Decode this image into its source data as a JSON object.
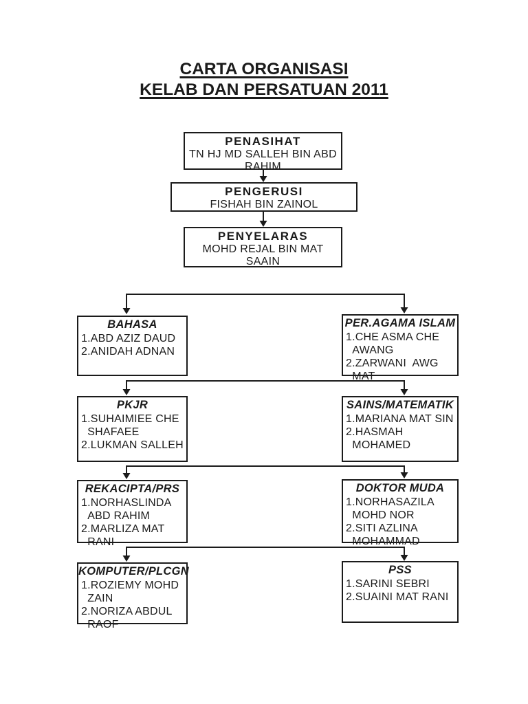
{
  "colors": {
    "ink": "#1b1b1b",
    "page_background": "#ffffff"
  },
  "title": {
    "line1": "CARTA ORGANISASI",
    "line2": "KELAB DAN PERSATUAN 2011"
  },
  "hierarchy": [
    {
      "role": "PENASIHAT",
      "name": "TN HJ MD SALLEH BIN ABD\nRAHIM"
    },
    {
      "role": "PENGERUSI",
      "name": "FISHAH BIN ZAINOL"
    },
    {
      "role": "PENYELARAS",
      "name": "MOHD REJAL BIN MAT\nSAAIN"
    }
  ],
  "committees": [
    {
      "heading": "BAHASA",
      "members": [
        "1.ABD AZIZ DAUD",
        "2.ANIDAH ADNAN"
      ]
    },
    {
      "heading": "PER.AGAMA ISLAM",
      "members": [
        "1.CHE ASMA CHE\n  AWANG",
        "2.ZARWANI  AWG\n  MAT"
      ]
    },
    {
      "heading": "PKJR",
      "members": [
        "1.SUHAIMIEE CHE\n  SHAFAEE",
        "2.LUKMAN SALLEH"
      ]
    },
    {
      "heading": "SAINS/MATEMATIK",
      "members": [
        "1.MARIANA MAT SIN",
        "2.HASMAH\n  MOHAMED"
      ]
    },
    {
      "heading": "REKACIPTA/PRS",
      "members": [
        "1.NORHASLINDA\n  ABD RAHIM",
        "2.MARLIZA MAT\n  RANI"
      ]
    },
    {
      "heading": "DOKTOR MUDA",
      "members": [
        "1.NORHASAZILA\n  MOHD NOR",
        "2.SITI AZLINA\n  MOHAMMAD"
      ]
    },
    {
      "heading": "KOMPUTER/PLCGN",
      "members": [
        "1.ROZIEMY MOHD\n  ZAIN",
        "2.NORIZA ABDUL\n  RAOF"
      ]
    },
    {
      "heading": "PSS",
      "members": [
        "1.SARINI SEBRI",
        "2.SUAINI MAT RANI"
      ]
    }
  ]
}
